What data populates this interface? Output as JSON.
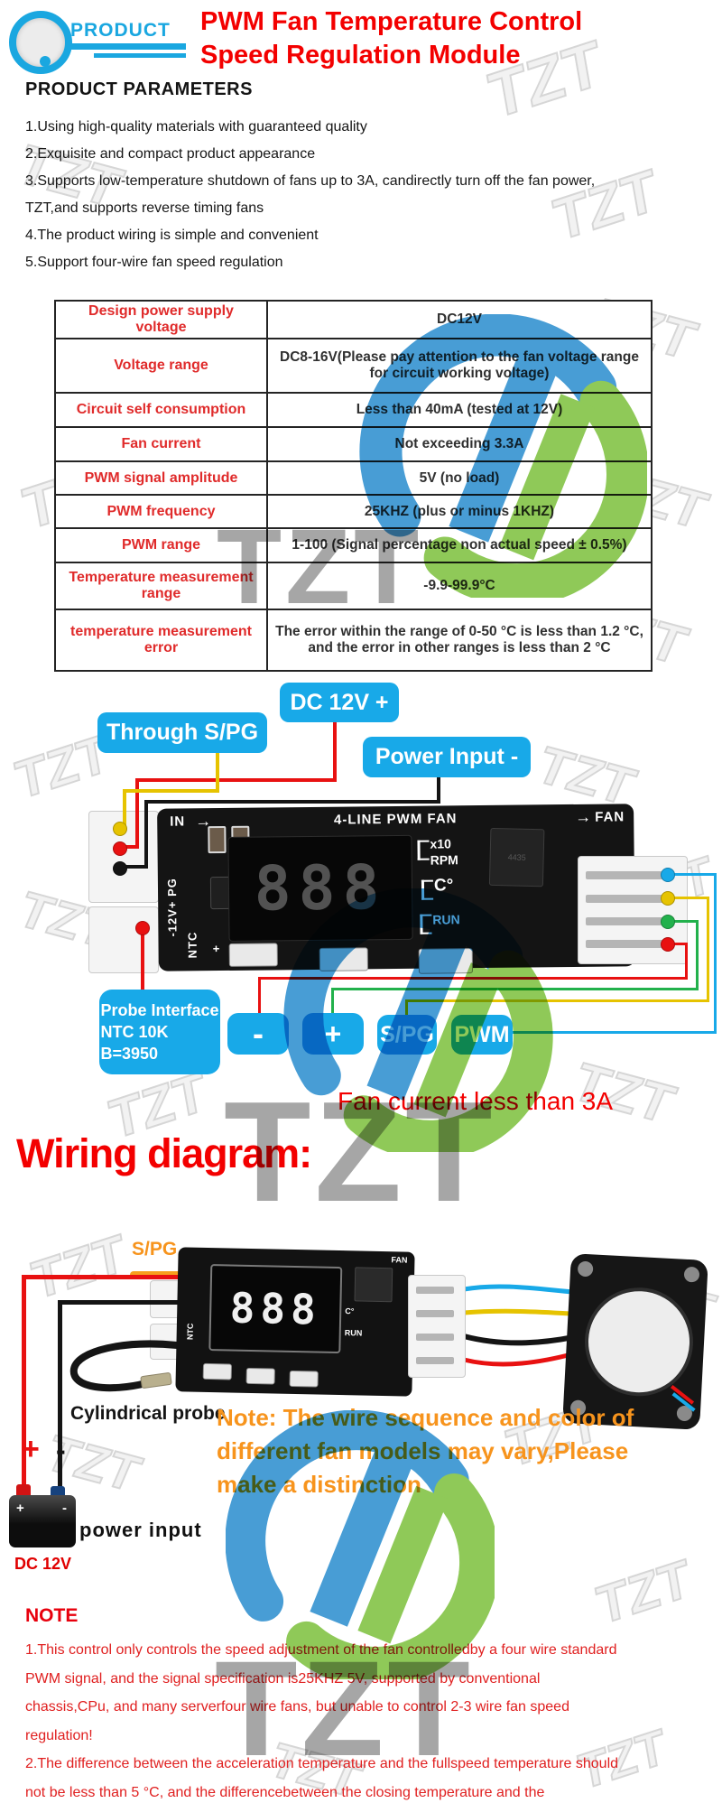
{
  "header": {
    "logo_text": "PRODUCT",
    "title_line1": "PWM Fan Temperature Control",
    "title_line2": "Speed Regulation Module"
  },
  "parameters": {
    "heading": "PRODUCT PARAMETERS",
    "features": [
      "1.Using high-quality materials with guaranteed quality",
      "2.Exquisite and compact product appearance",
      "3.Supports low-temperature shutdown of fans up to 3A, candirectly turn off the fan power,",
      "TZT,and supports reverse timing fans",
      "4.The product wiring is simple and convenient",
      "5.Support four-wire fan speed regulation"
    ],
    "table": {
      "rows": [
        {
          "label": "Design power supply voltage",
          "value": "DC12V"
        },
        {
          "label": "Voltage range",
          "value": "DC8-16V(Please pay attention to the fan voltage range for circuit working voltage)"
        },
        {
          "label": "Circuit self consumption",
          "value": "Less than 40mA (tested at 12V)"
        },
        {
          "label": "Fan current",
          "value": "Not exceeding 3.3A"
        },
        {
          "label": "PWM signal amplitude",
          "value": "5V (no load)"
        },
        {
          "label": "PWM frequency",
          "value": "25KHZ (plus or minus 1KHZ)"
        },
        {
          "label": "PWM range",
          "value": "1-100 (Signal percentage non actual speed ± 0.5%)"
        },
        {
          "label": "Temperature measurement range",
          "value": "-9.9-99.9°C"
        },
        {
          "label": "temperature measurement error",
          "value": "The error within the range of 0-50 °C is less than 1.2 °C, and the error in other ranges is less than 2 °C"
        }
      ]
    }
  },
  "module_photo": {
    "callouts": {
      "dc12v_plus": "DC 12V +",
      "through_spg": "Through S/PG",
      "power_input_minus": "Power Input -",
      "probe_line1": "Probe Interface",
      "probe_line2": "NTC 10K",
      "probe_line3": "B=3950"
    },
    "buttons": {
      "minus": "-",
      "plus": "+",
      "spg": "S/PG",
      "pwm": "PWM"
    },
    "board": {
      "in": "IN",
      "arrow": "→",
      "title": "4-LINE PWM FAN",
      "fan": "FAN",
      "x10": "x10",
      "rpm": "RPM",
      "celsius": "C°",
      "run": "RUN",
      "left_rail": "-12V+ PG",
      "ntc": "NTC",
      "display": "888",
      "chip": "4435",
      "plus_mark": "+"
    },
    "note": "Fan current less than 3A"
  },
  "wiring": {
    "heading": "Wiring diagram:",
    "spg_label": "S/PG",
    "probe_label": "Cylindrical probe",
    "display": "888",
    "note_line1": "Note: The wire sequence and color of",
    "note_line2": "different fan models may vary,Please",
    "note_line3": "make a distinction",
    "plus": "+",
    "minus": "-",
    "battery_plus": "+",
    "battery_minus": "-",
    "power_input": "power input",
    "dc12v": "DC 12V"
  },
  "notes": {
    "heading": "NOTE",
    "lines": [
      "1.This control only controls the speed adjustment of the fan controlledby a four wire standard",
      "PWM signal, and the signal specification is25KHZ 5V, supported by conventional",
      "chassis,CPu, and many serverfour wire fans, but unable to control 2-3 wire fan speed",
      "regulation!",
      "2.The difference between the acceleration temperature and the fullspeed temperature should",
      "not be less than 5 °C, and the differencebetween the closing temperature and the"
    ]
  },
  "watermark": {
    "text": "TZT"
  },
  "colors": {
    "title_red": "#f30000",
    "label_red": "#e02b2b",
    "callout_blue": "#18a9e8",
    "orange": "#f7941d",
    "logo_blue": "#1aa7e0",
    "note_red": "#e02020",
    "wire_red": "#e81111",
    "wire_yellow": "#e6c300",
    "wire_green": "#22b14c",
    "wire_blue": "#18a9e8"
  }
}
